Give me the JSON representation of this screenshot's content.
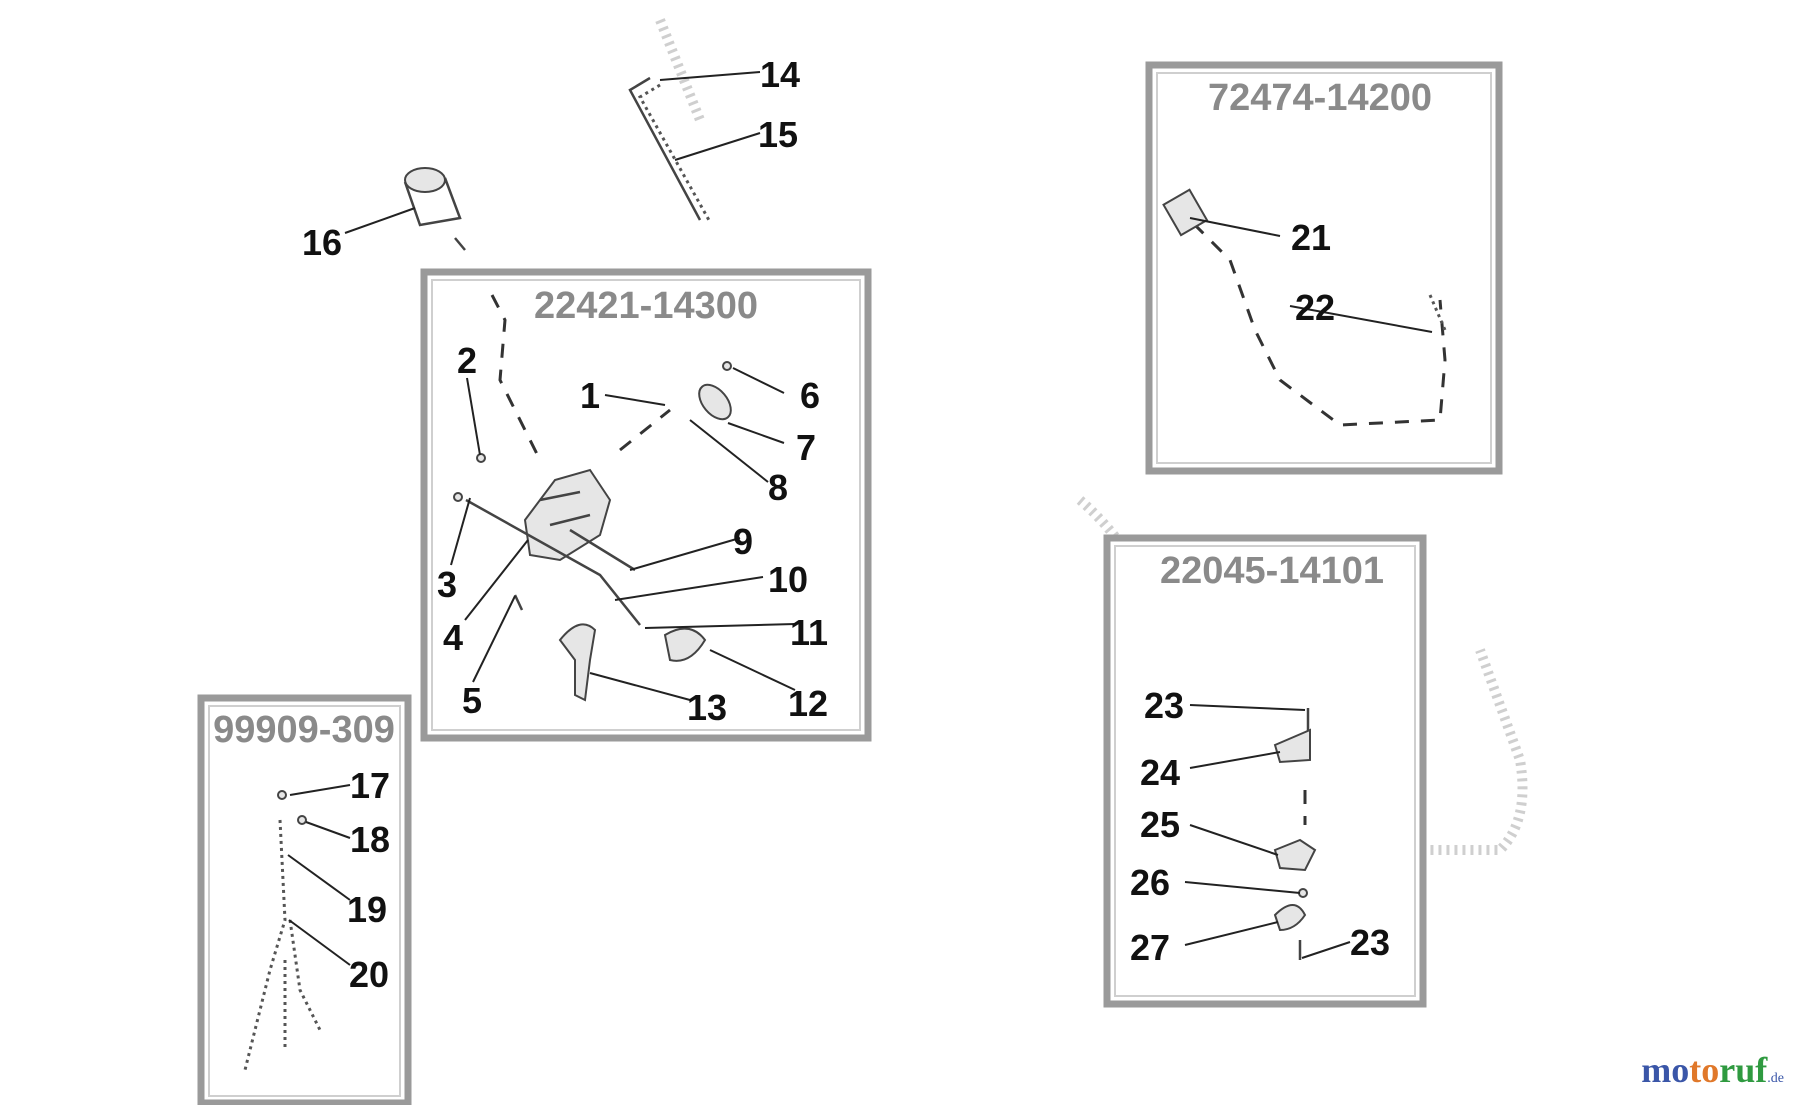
{
  "kits": [
    {
      "id": "kit-main",
      "label": "22421-14300"
    },
    {
      "id": "kit-throttle",
      "label": "72474-14200"
    },
    {
      "id": "kit-clamp",
      "label": "22045-14101"
    },
    {
      "id": "kit-wiring",
      "label": "99909-309"
    }
  ],
  "callouts": [
    "1",
    "2",
    "3",
    "4",
    "5",
    "6",
    "7",
    "8",
    "9",
    "10",
    "11",
    "12",
    "13",
    "14",
    "15",
    "16",
    "17",
    "18",
    "19",
    "20",
    "21",
    "22",
    "23",
    "24",
    "25",
    "26",
    "27",
    "23"
  ],
  "brand": {
    "part1": "mo",
    "part2": "to",
    "part3": "ruf",
    "suffix": ".de"
  },
  "colors": {
    "box": "#9a9a9a",
    "kit_text": "#8a8a8a",
    "callout": "#111111",
    "brand_blue": "#3a56a8",
    "brand_orange": "#e0782a",
    "brand_green": "#2f9a40"
  }
}
